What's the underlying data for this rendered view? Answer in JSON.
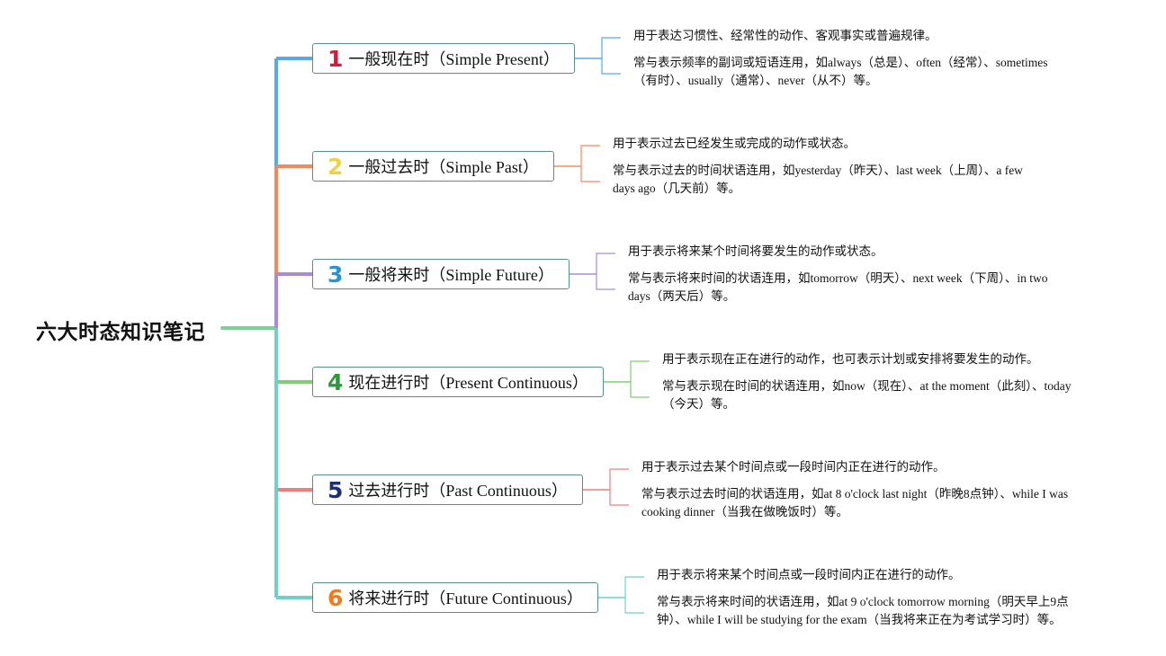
{
  "root": {
    "title": "六大时态知识笔记"
  },
  "branches": [
    {
      "number": "1",
      "label": "一般现在时（Simple Present）",
      "color": "#5aa9e6",
      "number_color": "#d81b3c",
      "details": [
        [
          "用于表达习惯性、经常性的动作、客观事实或普遍规律。"
        ],
        [
          "常与表示频率的副词或短语连用，如always（总是）、often（经常）、sometimes",
          "（有时）、usually（通常）、never（从不）等。"
        ]
      ]
    },
    {
      "number": "2",
      "label": "一般过去时（Simple Past）",
      "color": "#f2895a",
      "number_color": "#f0d24a",
      "details": [
        [
          "用于表示过去已经发生或完成的动作或状态。"
        ],
        [
          "常与表示过去的时间状语连用，如yesterday（昨天）、last week（上周）、a few",
          "days ago（几天前）等。"
        ]
      ]
    },
    {
      "number": "3",
      "label": "一般将来时（Simple Future）",
      "color": "#a98bdc",
      "number_color": "#2a93d5",
      "details": [
        [
          "用于表示将来某个时间将要发生的动作或状态。"
        ],
        [
          "常与表示将来时间的状语连用，如tomorrow（明天）、next week（下周）、in two",
          "days（两天后）等。"
        ]
      ]
    },
    {
      "number": "4",
      "label": "现在进行时（Present Continuous）",
      "color": "#7fcf72",
      "number_color": "#2a9a3a",
      "details": [
        [
          "用于表示现在正在进行的动作，也可表示计划或安排将要发生的动作。"
        ],
        [
          "常与表示现在时间的状语连用，如now（现在）、at the moment（此刻）、today",
          "（今天）等。"
        ]
      ]
    },
    {
      "number": "5",
      "label": "过去进行时（Past Continuous）",
      "color": "#ee7f7f",
      "number_color": "#1e2f7a",
      "details": [
        [
          "用于表示过去某个时间点或一段时间内正在进行的动作。"
        ],
        [
          "常与表示过去时间的状语连用，如at 8 o'clock last night（昨晚8点钟）、while I was",
          "cooking dinner（当我在做晚饭时）等。"
        ]
      ]
    },
    {
      "number": "6",
      "label": "将来进行时（Future Continuous）",
      "color": "#6fd0c8",
      "number_color": "#f07a1e",
      "details": [
        [
          "用于表示将来某个时间点或一段时间内正在进行的动作。"
        ],
        [
          "常与表示将来时间的状语连用，如at 9 o'clock tomorrow morning（明天早上9点",
          "钟）、while I will be studying for the exam（当我将来正在为考试学习时）等。"
        ]
      ]
    }
  ]
}
